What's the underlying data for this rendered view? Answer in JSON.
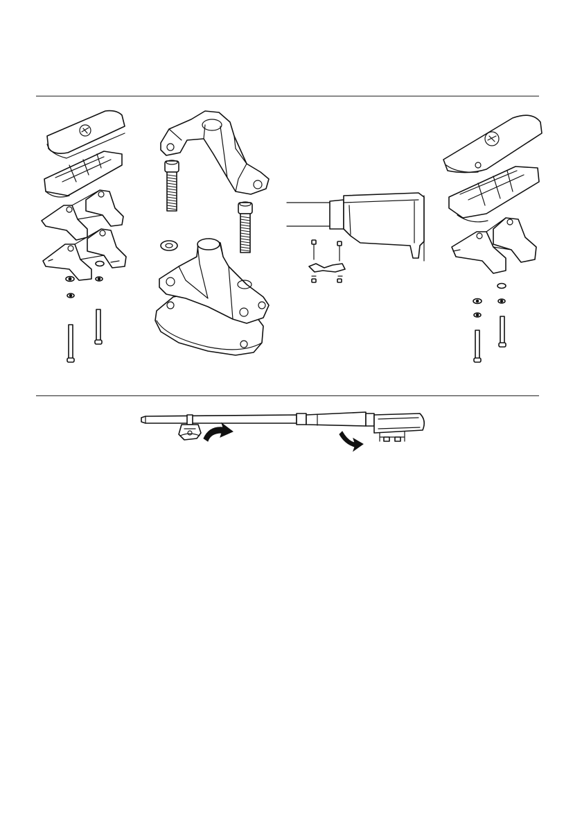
{
  "document": {
    "type": "assembly-instruction-illustration",
    "sections": [
      "exploded-views",
      "bar-assembly"
    ]
  },
  "icons": {
    "arrow_left": "curved-arrow-icon",
    "arrow_right": "curved-arrow-icon"
  },
  "colors": {
    "line": "#111111",
    "background": "#ffffff"
  }
}
